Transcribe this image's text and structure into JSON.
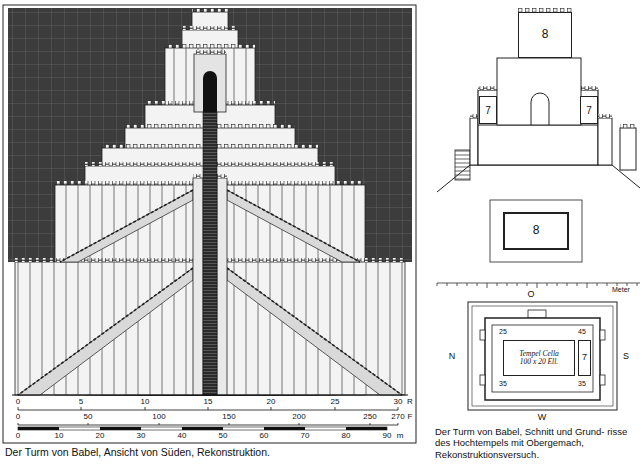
{
  "diagram": {
    "caption": "Der Turm von Babel, Ansicht von Süden, Rekonstruktion.",
    "nodes": [
      {
        "text": [
          "8"
        ]
      },
      {
        "text": [
          "7"
        ]
      },
      {
        "text": [
          "7"
        ]
      },
      {
        "text": [
          "8"
        ]
      },
      {
        "text": [
          "Tempel Cella",
          "100 x 20 Ell."
        ]
      },
      {
        "text": [
          "7"
        ]
      }
    ],
    "labels": [
      "0",
      "5",
      "10",
      "15",
      "20",
      "25",
      "30",
      "R",
      "0",
      "50",
      "100",
      "150",
      "200",
      "250",
      "270",
      "F",
      "0",
      "10",
      "20",
      "30",
      "40",
      "50",
      "60",
      "70",
      "80",
      "90",
      "m",
      "Meter",
      "O",
      "N",
      "S",
      "W",
      "25",
      "45",
      "35",
      "35",
      "Der Turm von Babel, Schnitt und Grund- risse des Hochtempels mit Obergemach, Rekonstruktionsversuch."
    ]
  }
}
